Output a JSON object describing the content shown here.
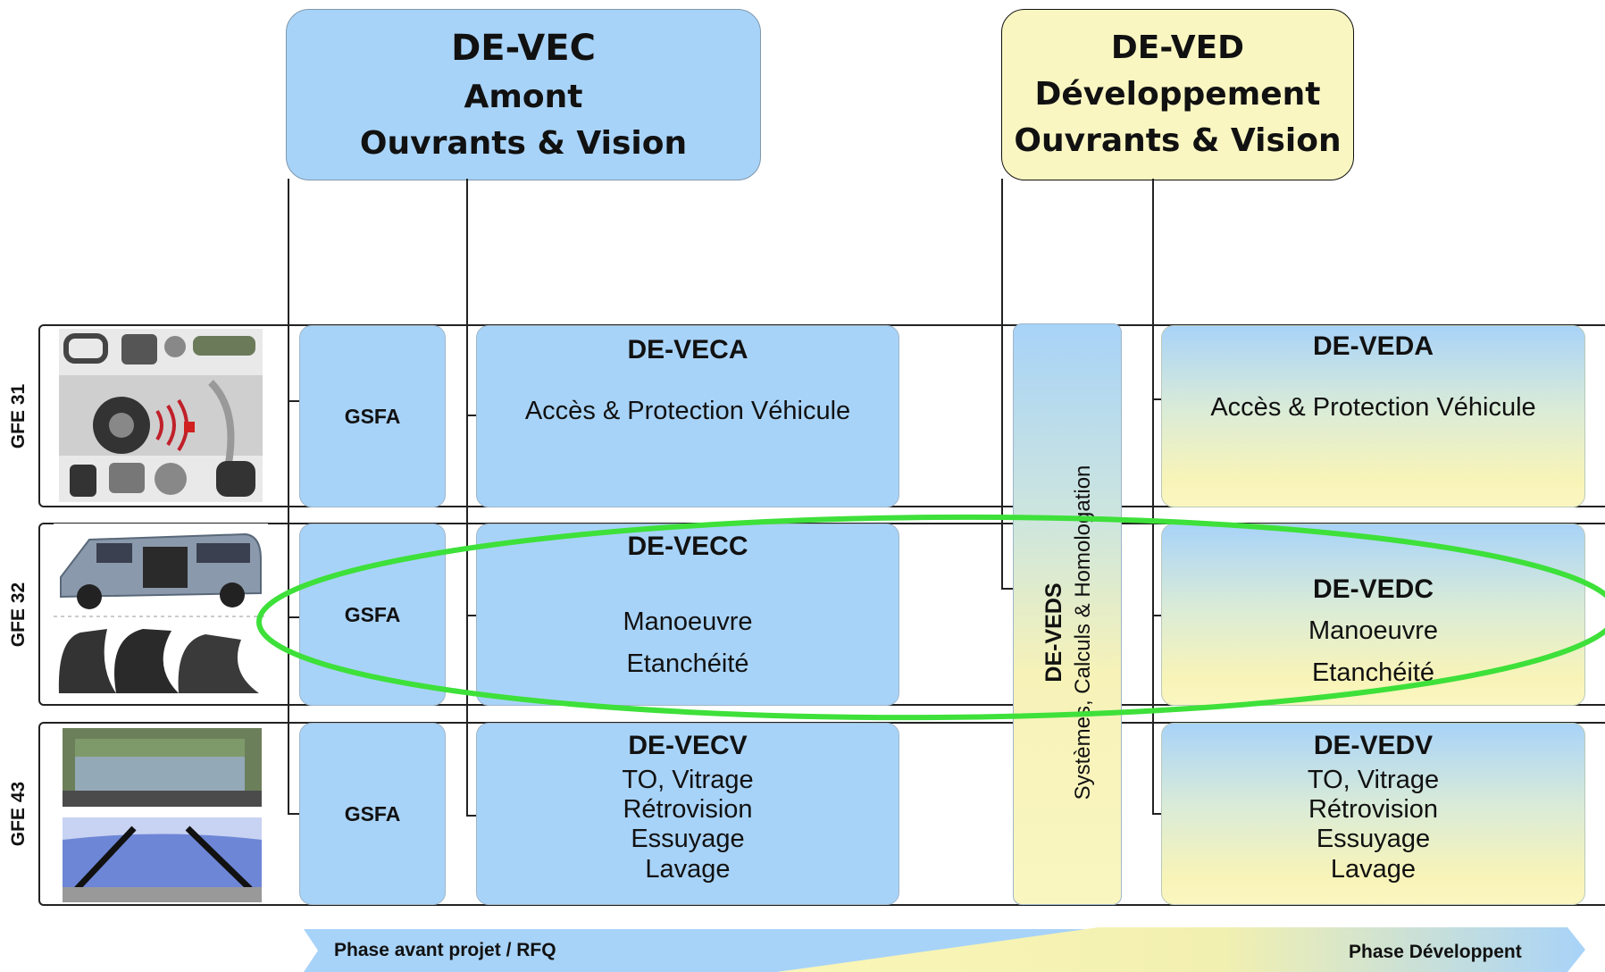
{
  "header_vec": {
    "line1": "DE-VEC",
    "line2": "Amont",
    "line3": "Ouvrants & Vision"
  },
  "header_ved": {
    "line1": "DE-VED",
    "line2": "Développement",
    "line3": "Ouvrants & Vision"
  },
  "rows": [
    {
      "gfe": "GFE 31",
      "gsfa": "GSFA",
      "vec": {
        "title": "DE-VECA",
        "lines": [
          "Accès & Protection Véhicule"
        ]
      },
      "ved": {
        "title": "DE-VEDA",
        "lines": [
          "Accès & Protection Véhicule"
        ]
      }
    },
    {
      "gfe": "GFE 32",
      "gsfa": "GSFA",
      "vec": {
        "title": "DE-VECC",
        "lines": [
          "Manoeuvre",
          "Etanchéité"
        ]
      },
      "ved": {
        "title": "DE-VEDC",
        "lines": [
          "Manoeuvre",
          "Etanchéité"
        ]
      }
    },
    {
      "gfe": "GFE 43",
      "gsfa": "GSFA",
      "vec": {
        "title": "DE-VECV",
        "lines": [
          "TO, Vitrage",
          "Rétrovision",
          "Essuyage",
          "Lavage"
        ]
      },
      "ved": {
        "title": "DE-VEDV",
        "lines": [
          "TO, Vitrage",
          "Rétrovision",
          "Essuyage",
          "Lavage"
        ]
      }
    }
  ],
  "veds": {
    "title": "DE-VEDS",
    "subtitle": "Systèmes, Calculs & Homologation"
  },
  "phases": {
    "before": "Phase avant projet / RFQ",
    "dev": "Phase Développent"
  },
  "colors": {
    "blue_box": "#a8d3f8",
    "yellow_box": "#faf6c2",
    "highlight_ellipse": "#3ee03a"
  }
}
